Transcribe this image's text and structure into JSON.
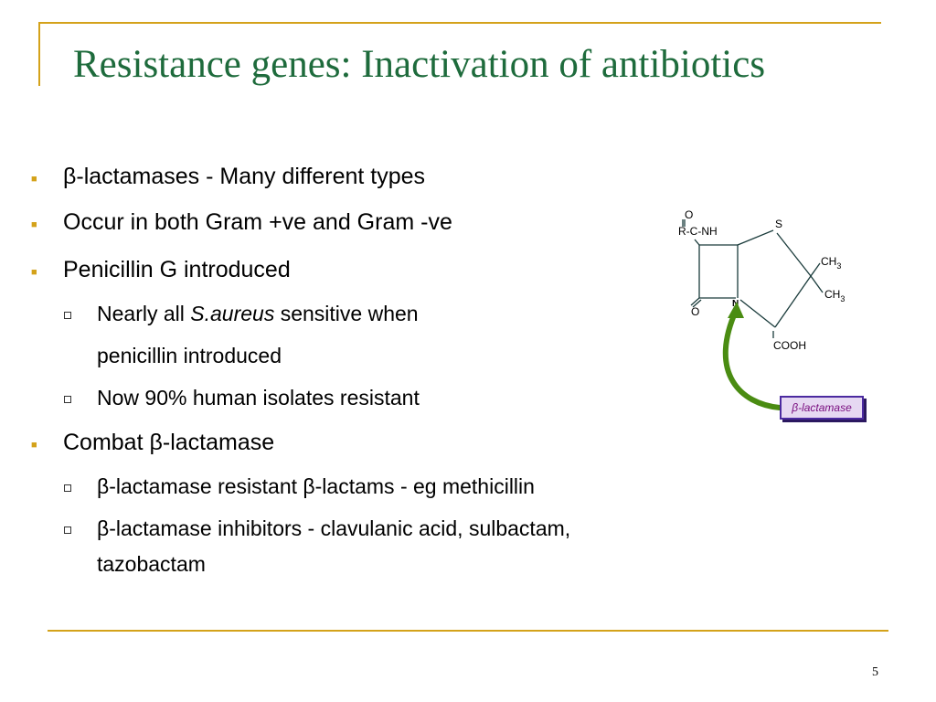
{
  "slide": {
    "title": "Resistance genes: Inactivation of antibiotics",
    "page_number": "5"
  },
  "bullets": [
    {
      "text": "β-lactamases - Many different types"
    },
    {
      "text": "Occur in both Gram +ve and Gram -ve"
    },
    {
      "text": "Penicillin G introduced",
      "sub": [
        {
          "pre": "Nearly all ",
          "italic": "S.aureus",
          "post": " sensitive when"
        },
        {
          "cont": "penicillin introduced"
        },
        {
          "text": "Now 90% human isolates resistant"
        }
      ]
    },
    {
      "text": "Combat β-lactamase",
      "sub": [
        {
          "text": "β-lactamase resistant β-lactams - eg methicillin"
        },
        {
          "text": "β-lactamase inhibitors - clavulanic acid, sulbactam,",
          "cont": "tazobactam"
        }
      ]
    }
  ],
  "diagram": {
    "labels": {
      "o_top": "O",
      "rcnh": "R-C-NH",
      "s": "S",
      "ch3_a": "CH",
      "ch3_a_sub": "3",
      "ch3_b": "CH",
      "ch3_b_sub": "3",
      "n": "N",
      "o_bottom": "O",
      "cooh": "COOH"
    },
    "enzyme_label": "β-lactamase",
    "arrow_color": "#4a8c12"
  }
}
